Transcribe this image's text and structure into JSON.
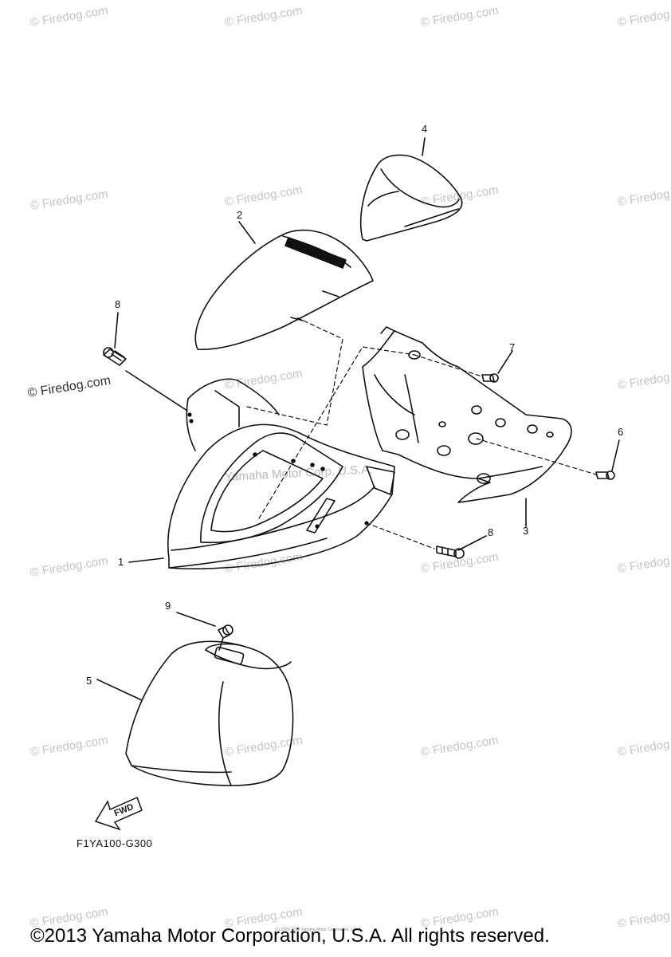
{
  "watermark_text": "© Firedog.com",
  "center_watermark": "Yamaha Motor Corp. U.S.A.",
  "callouts": {
    "c1": "1",
    "c2": "2",
    "c3": "3",
    "c4": "4",
    "c5": "5",
    "c6": "6",
    "c7": "7",
    "c8a": "8",
    "c8b": "8",
    "c9": "9"
  },
  "fwd_label": "FWD",
  "diagram_code": "F1YA100-G300",
  "tiny_credit": "(c) 2005-2016 Yamaha Motor Corporation, U.S.A.",
  "copyright": "©2013 Yamaha Motor Corporation, U.S.A. All rights reserved."
}
